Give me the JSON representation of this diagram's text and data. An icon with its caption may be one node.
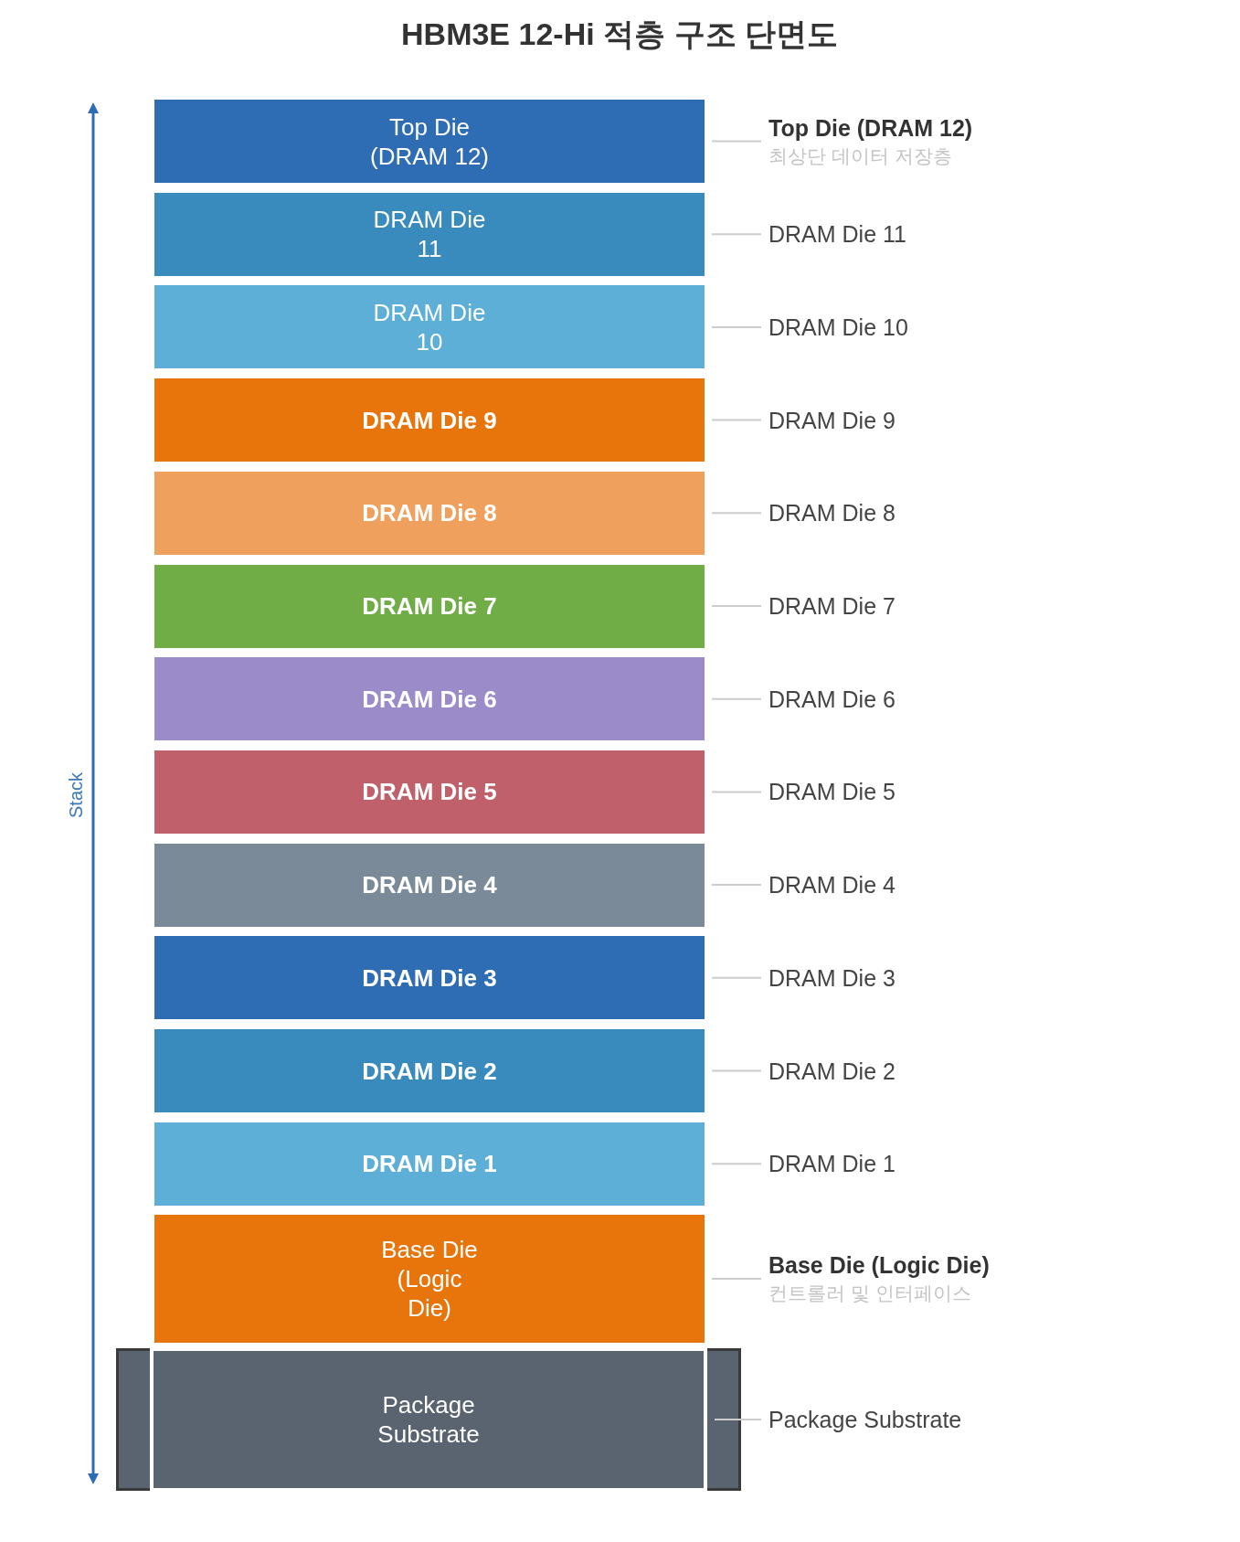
{
  "diagram": {
    "title": "HBM3E 12-Hi 적층 구조 단면도",
    "nodes": [
      {
        "text": [
          "Top Die (DRAM 12)"
        ]
      },
      {
        "text": [
          "Top Die (DRAM 12)",
          "최상단 데이터 저장층"
        ]
      },
      {
        "text": [
          "DRAM Die 11"
        ]
      },
      {
        "text": [
          "DRAM Die 11"
        ]
      },
      {
        "text": [
          "DRAM Die 10"
        ]
      },
      {
        "text": [
          "DRAM Die 10"
        ]
      },
      {
        "text": [
          "DRAM Die 9"
        ]
      },
      {
        "text": [
          "DRAM Die 9"
        ]
      },
      {
        "text": [
          "DRAM Die 8"
        ]
      },
      {
        "text": [
          "DRAM Die 8"
        ]
      },
      {
        "text": [
          "DRAM Die 7"
        ]
      },
      {
        "text": [
          "DRAM Die 7"
        ]
      },
      {
        "text": [
          "DRAM Die 6"
        ]
      },
      {
        "text": [
          "DRAM Die 6"
        ]
      },
      {
        "text": [
          "DRAM Die 5"
        ]
      },
      {
        "text": [
          "DRAM Die 5"
        ]
      },
      {
        "text": [
          "DRAM Die 4"
        ]
      },
      {
        "text": [
          "DRAM Die 4"
        ]
      },
      {
        "text": [
          "DRAM Die 3"
        ]
      },
      {
        "text": [
          "DRAM Die 3"
        ]
      },
      {
        "text": [
          "DRAM Die 2"
        ]
      },
      {
        "text": [
          "DRAM Die 2"
        ]
      },
      {
        "text": [
          "DRAM Die 1"
        ]
      },
      {
        "text": [
          "DRAM Die 1"
        ]
      },
      {
        "text": [
          "Base Die (Logic Die)"
        ]
      },
      {
        "text": [
          "Base Die (Logic Die)",
          "컨트롤러 및 인터페이스"
        ]
      },
      {
        "text": [],
        "shape": "box"
      },
      {
        "text": [
          "Package Substrate"
        ],
        "in": 26
      },
      {
        "text": [
          "Package Substrate"
        ]
      }
    ],
    "edges": [
      {
        "from": 1,
        "to": 0,
        "arrow": "none"
      },
      {
        "from": 3,
        "to": 2,
        "arrow": "none"
      },
      {
        "from": 5,
        "to": 4,
        "arrow": "none"
      },
      {
        "from": 7,
        "to": 6,
        "arrow": "none"
      },
      {
        "from": 9,
        "to": 8,
        "arrow": "none"
      },
      {
        "from": 11,
        "to": 10,
        "arrow": "none"
      },
      {
        "from": 13,
        "to": 12,
        "arrow": "none"
      },
      {
        "from": 15,
        "to": 14,
        "arrow": "none"
      },
      {
        "from": 17,
        "to": 16,
        "arrow": "none"
      },
      {
        "from": 19,
        "to": 18,
        "arrow": "none"
      },
      {
        "from": 21,
        "to": 20,
        "arrow": "none"
      },
      {
        "from": 23,
        "to": 22,
        "arrow": "none"
      },
      {
        "from": 25,
        "to": 24,
        "arrow": "none"
      },
      {
        "from": 28,
        "to": 27,
        "arrow": "none"
      }
    ],
    "labels": [
      "Stack"
    ]
  }
}
